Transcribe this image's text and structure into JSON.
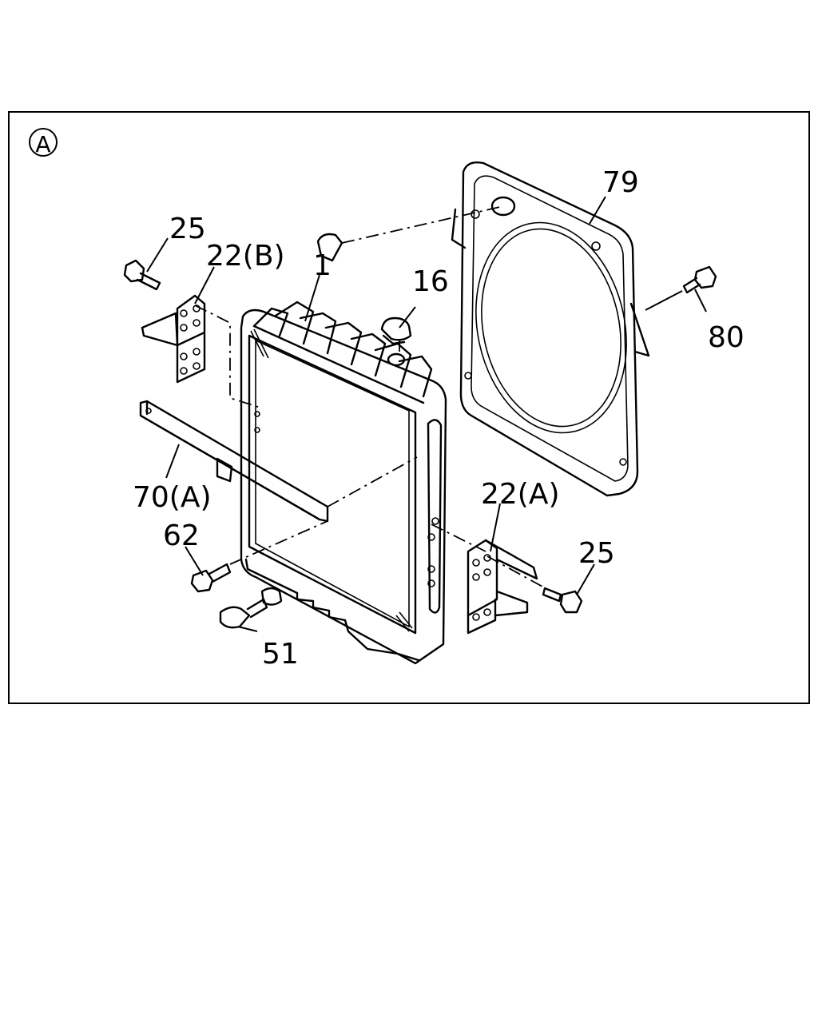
{
  "view_marker": "A",
  "labels": {
    "radiator": "1",
    "radiator_cap": "16",
    "bracket_b": "22(B)",
    "bracket_a": "22(A)",
    "bolt_upper_left": "25",
    "bolt_right": "25",
    "drain_cock": "51",
    "bolt_62": "62",
    "stay_70a": "70(A)",
    "shroud": "79",
    "bolt_80": "80"
  }
}
